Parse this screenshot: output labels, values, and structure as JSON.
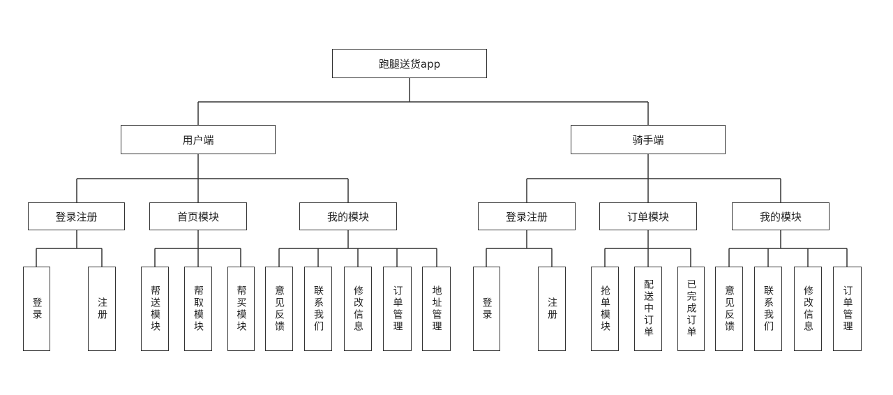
{
  "root": "跑腿送货app",
  "user": {
    "label": "用户端",
    "modules": [
      {
        "label": "登录注册",
        "children": [
          "登录",
          "注册"
        ]
      },
      {
        "label": "首页模块",
        "children": [
          "帮送模块",
          "帮取模块",
          "帮买模块"
        ]
      },
      {
        "label": "我的模块",
        "children": [
          "意见反馈",
          "联系我们",
          "修改信息",
          "订单管理",
          "地址管理"
        ]
      }
    ]
  },
  "rider": {
    "label": "骑手端",
    "modules": [
      {
        "label": "登录注册",
        "children": [
          "登录",
          "注册"
        ]
      },
      {
        "label": "订单模块",
        "children": [
          "抢单模块",
          "配送中订单",
          "已完成订单"
        ]
      },
      {
        "label": "我的模块",
        "children": [
          "意见反馈",
          "联系我们",
          "修改信息",
          "订单管理"
        ]
      }
    ]
  }
}
